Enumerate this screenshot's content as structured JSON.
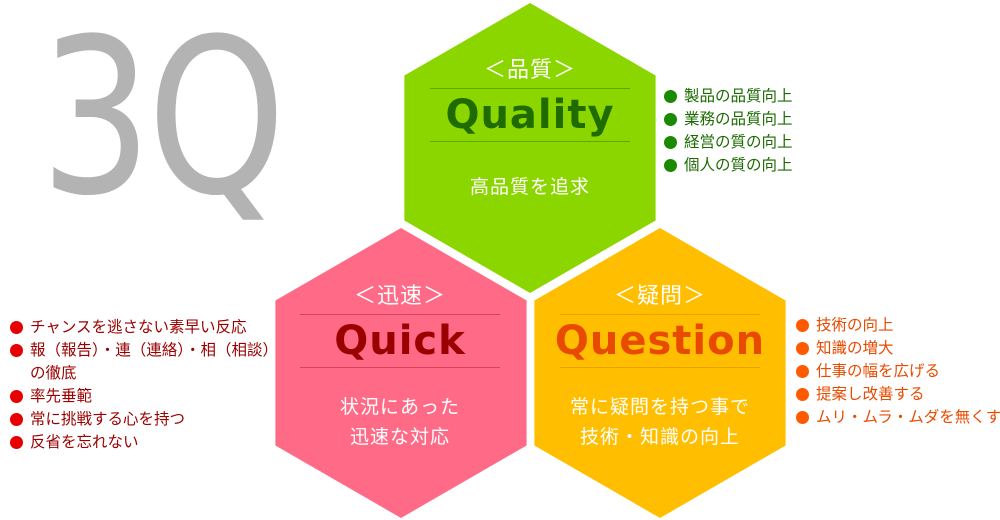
{
  "title": "3Q",
  "colors": {
    "title_gray": "#b3b3b3",
    "quality_fill": "#8cd600",
    "quality_text": "#1f6b00",
    "quick_fill": "#ff6b87",
    "quick_text": "#9b0000",
    "question_fill": "#ffbf00",
    "question_text": "#e84b00",
    "quality_bullet": "#1a8a00",
    "quick_bullet": "#e60000",
    "question_bullet": "#ff5a00"
  },
  "quality": {
    "subtitle": "＜品質＞",
    "name": "Quality",
    "description": [
      "高品質を追求"
    ],
    "items": [
      "製品の品質向上",
      "業務の品質向上",
      "経営の質の向上",
      "個人の質の向上"
    ]
  },
  "quick": {
    "subtitle": "＜迅速＞",
    "name": "Quick",
    "description": [
      "状況にあった",
      "迅速な対応"
    ],
    "items": [
      [
        "チャンスを逃さない素早い反応"
      ],
      [
        "報（報告）・連（連絡）・相（相談）",
        "の徹底"
      ],
      [
        "率先垂範"
      ],
      [
        "常に挑戦する心を持つ"
      ],
      [
        "反省を忘れない"
      ]
    ]
  },
  "question": {
    "subtitle": "＜疑問＞",
    "name": "Question",
    "description": [
      "常に疑問を持つ事で",
      "技術・知識の向上"
    ],
    "items": [
      "技術の向上",
      "知識の増大",
      "仕事の幅を広げる",
      "提案し改善する",
      "ムリ・ムラ・ムダを無くす"
    ]
  }
}
